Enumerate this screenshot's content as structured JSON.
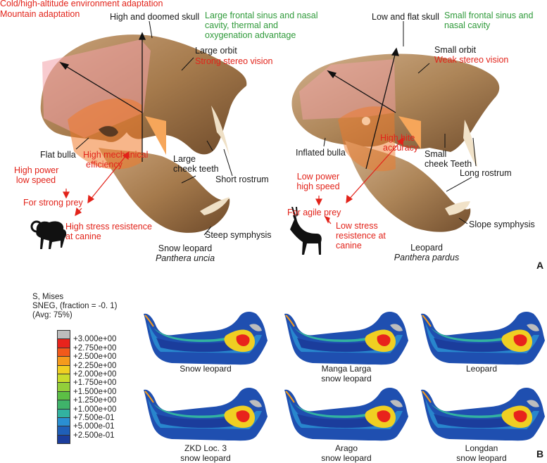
{
  "panel_a": {
    "panel_label": "A",
    "snow_leopard": {
      "adaptation_line1": "Cold/high-altitude environment adaptation",
      "adaptation_line2": "Mountain adaptation",
      "skull_shape": "High and doomed skull",
      "sinus": [
        "Large frontal sinus and nasal",
        "cavity, thermal and",
        "oxygenation advantage"
      ],
      "orbit": "Large orbit",
      "vision": "Strong stereo vision",
      "bulla": "Flat bulla",
      "mechanical": [
        "High mechanical",
        "efficiency"
      ],
      "cheek_teeth": [
        "Large",
        "cheek  teeth"
      ],
      "rostrum": "Short rostrum",
      "power": [
        "High power",
        "low speed"
      ],
      "prey": "For strong  prey",
      "stress": [
        "High stress resistence",
        "at canine"
      ],
      "symphysis": "Steep symphysis",
      "common_name": "Snow leopard",
      "species": "Panthera uncia"
    },
    "leopard": {
      "skull_shape": "Low and flat skull",
      "sinus": [
        "Small frontal sinus and",
        "nasal cavity"
      ],
      "orbit": "Small orbit",
      "vision": "Weak stereo vision",
      "bulla": "Inflated bulla",
      "accuracy": [
        "High bite",
        "accuracy"
      ],
      "cheek_teeth": [
        "Small",
        "cheek Teeth"
      ],
      "rostrum": "Long rostrum",
      "power": [
        "Low power",
        "high speed"
      ],
      "prey": "For agile  prey",
      "stress": [
        "Low stress",
        "resistence at",
        "canine"
      ],
      "symphysis": "Slope symphysis",
      "common_name": "Leopard",
      "species": "Panthera pardus"
    }
  },
  "panel_b": {
    "panel_label": "B",
    "legend": {
      "title_lines": [
        "S, Mises",
        "SNEG, (fraction = -0. 1)",
        "(Avg: 75%)"
      ],
      "values": [
        "+3.000e+00",
        "+2.750e+00",
        "+2.500e+00",
        "+2.250e+00",
        "+2.000e+00",
        "+1.750e+00",
        "+1.500e+00",
        "+1.250e+00",
        "+1.000e+00",
        "+7.500e-01",
        "+5.000e-01",
        "+2.500e-01"
      ],
      "colors": [
        "#bdbdbd",
        "#e8231c",
        "#f2591b",
        "#f59a1c",
        "#f0cf22",
        "#c9dc2c",
        "#92cf3a",
        "#5cbf45",
        "#3fb36a",
        "#32b2a0",
        "#2a8fd2",
        "#1f5fb8",
        "#1b3d9c"
      ]
    },
    "models": [
      {
        "name": [
          "Snow leopard"
        ]
      },
      {
        "name": [
          "Manga  Larga",
          "snow leopard"
        ]
      },
      {
        "name": [
          "Leopard"
        ]
      },
      {
        "name": [
          "ZKD  Loc. 3",
          "snow leopard"
        ]
      },
      {
        "name": [
          "Arago",
          "snow leopard"
        ]
      },
      {
        "name": [
          "Longdan",
          "snow leopard"
        ]
      }
    ]
  }
}
